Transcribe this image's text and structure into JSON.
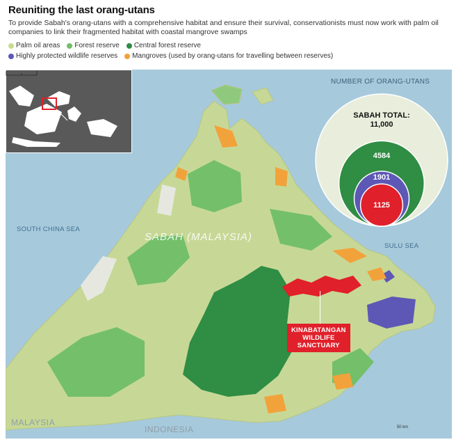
{
  "header": {
    "title": "Reuniting the last orang-utans",
    "subtitle": "To provide Sabah's orang-utans with a comprehensive habitat and ensure their survival, conservationists must now work with palm oil companies to link their fragmented habitat with coastal mangrove swamps"
  },
  "legend": [
    {
      "label": "Palm oil areas",
      "color": "#c8dc8c"
    },
    {
      "label": "Forest reserve",
      "color": "#74bf6a"
    },
    {
      "label": "Central forest reserve",
      "color": "#2f8d44"
    },
    {
      "label": "Highly protected wildlife reserves",
      "color": "#5d58b5"
    },
    {
      "label": "Mangroves (used by orang-utans for travelling between reserves)",
      "color": "#f2a23a"
    }
  ],
  "map": {
    "labels": {
      "south_china_sea": "SOUTH CHINA SEA",
      "sulu_sea": "SULU SEA",
      "sabah": "SABAH (MALAYSIA)",
      "malaysia": "MALAYSIA",
      "indonesia": "INDONESIA"
    },
    "callout": {
      "line1": "KINABATANGAN",
      "line2": "WILDLIFE",
      "line3": "SANCTUARY",
      "color": "#e0202a"
    },
    "scale_label": "50 km",
    "colors": {
      "sea": "#a6c9dc",
      "land": "#c7d896",
      "inset_land": "#ffffff",
      "inset_bg": "#595959"
    }
  },
  "orangutan_chart": {
    "title": "NUMBER OF ORANG-UTANS",
    "total_label_line1": "SABAH TOTAL:",
    "total_label_line2": "11,000",
    "total_value": 11000,
    "bubbles": [
      {
        "value": 4584,
        "label": "4584",
        "color": "#2f8d44"
      },
      {
        "value": 1901,
        "label": "1901",
        "color": "#5d58b5"
      },
      {
        "value": 1125,
        "label": "1125",
        "color": "#e0202a"
      }
    ],
    "outer_color": "#e9eedc"
  }
}
